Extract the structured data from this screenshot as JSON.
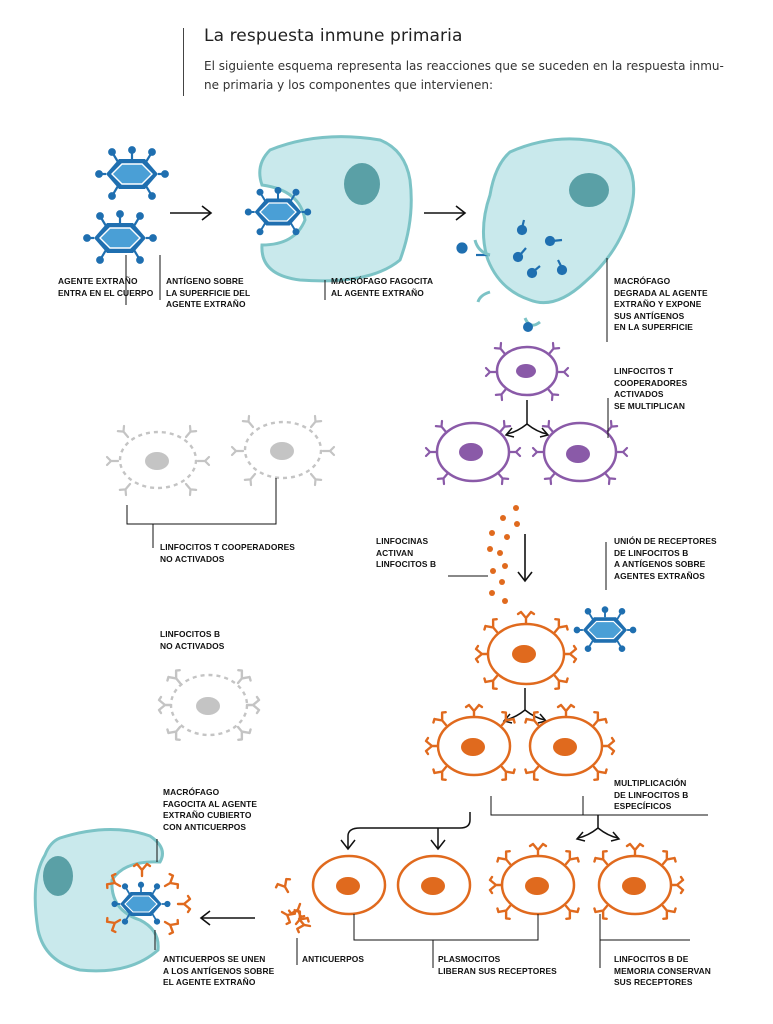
{
  "header": {
    "title": "La respuesta inmune primaria",
    "intro": "El siguiente esquema representa las reacciones que se suceden en la respuesta inmu-ne primaria y los componentes que intervienen:"
  },
  "labels": {
    "agente_entra": "AGENTE EXTRAÑO\nENTRA EN EL CUERPO",
    "antigeno_superficie": "ANTÍGENO SOBRE\nLA SUPERFICIE DEL\nAGENTE EXTRAÑO",
    "macrofago_fagocita": "MACRÓFAGO FAGOCITA\nAL AGENTE EXTRAÑO",
    "macrofago_degrada": "MACRÓFAGO\nDEGRADA AL AGENTE\nEXTRAÑO Y EXPONE\nSUS ANTÍGENOS\nEN LA SUPERFICIE",
    "linfocitos_t_activados": "LINFOCITOS T\nCOOPERADORES\nACTIVADOS\nSE MULTIPLICAN",
    "linfocitos_t_no_activados": "LINFOCITOS T COOPERADORES\nNO ACTIVADOS",
    "linfocinas": "LINFOCINAS\nACTIVAN\nLINFOCITOS B",
    "union_receptores": "UNIÓN DE RECEPTORES\nDE LINFOCITOS B\nA ANTÍGENOS SOBRE\nAGENTES EXTRAÑOS",
    "linfocitos_b_no_activados": "LINFOCITOS B\nNO ACTIVADOS",
    "multiplicacion_b": "MULTIPLICACIÓN\nDE LINFOCITOS B\nESPECÍFICOS",
    "macrofago_cubierto": "MACRÓFAGO\nFAGOCITA AL AGENTE\nEXTRAÑO CUBIERTO\nCON ANTICUERPOS",
    "anticuerpos_unen": "ANTICUERPOS SE UNEN\nA LOS ANTÍGENOS SOBRE\nEL AGENTE EXTRAÑO",
    "anticuerpos": "ANTICUERPOS",
    "plasmocitos": "PLASMOCITOS\nLIBERAN SUS RECEPTORES",
    "memoria": "LINFOCITOS B DE\nMEMORIA CONSERVAN\nSUS RECEPTORES"
  },
  "colors": {
    "antigen_blue": "#1f6fb0",
    "antigen_fill": "#4a9fd6",
    "macrophage_fill": "#c9e9ec",
    "macrophage_stroke": "#7cc3c6",
    "nucleus_teal": "#5aa0a6",
    "t_cell_purple": "#8a5aa8",
    "b_cell_orange": "#e06a1e",
    "inactive_gray": "#c4c4c4",
    "line_black": "#111111"
  },
  "icons": [
    "antigen-hexagon-icon",
    "macrophage-icon",
    "t-lymphocyte-icon",
    "b-lymphocyte-icon",
    "antibody-y-icon",
    "arrow-right-icon",
    "arrow-split-icon"
  ]
}
